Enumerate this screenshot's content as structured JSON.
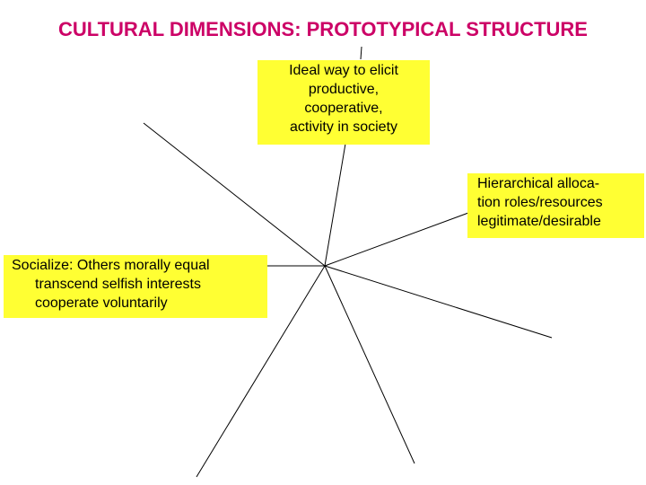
{
  "title": "CULTURAL DIMENSIONS: PROTOTYPICAL STRUCTURE",
  "colors": {
    "title": "#cc0066",
    "box_fill": "#ffff33",
    "text": "#000000",
    "line": "#000000",
    "background": "#ffffff"
  },
  "boxes": {
    "top": {
      "lines": [
        "Ideal way to elicit",
        "productive,",
        "cooperative,",
        "activity in society"
      ]
    },
    "right": {
      "lines": [
        "Hierarchical alloca-",
        "tion roles/resources",
        "legitimate/desirable"
      ]
    },
    "left": {
      "lines": [
        "Socialize: Others morally equal",
        "transcend selfish interests",
        "cooperate voluntarily"
      ]
    }
  }
}
